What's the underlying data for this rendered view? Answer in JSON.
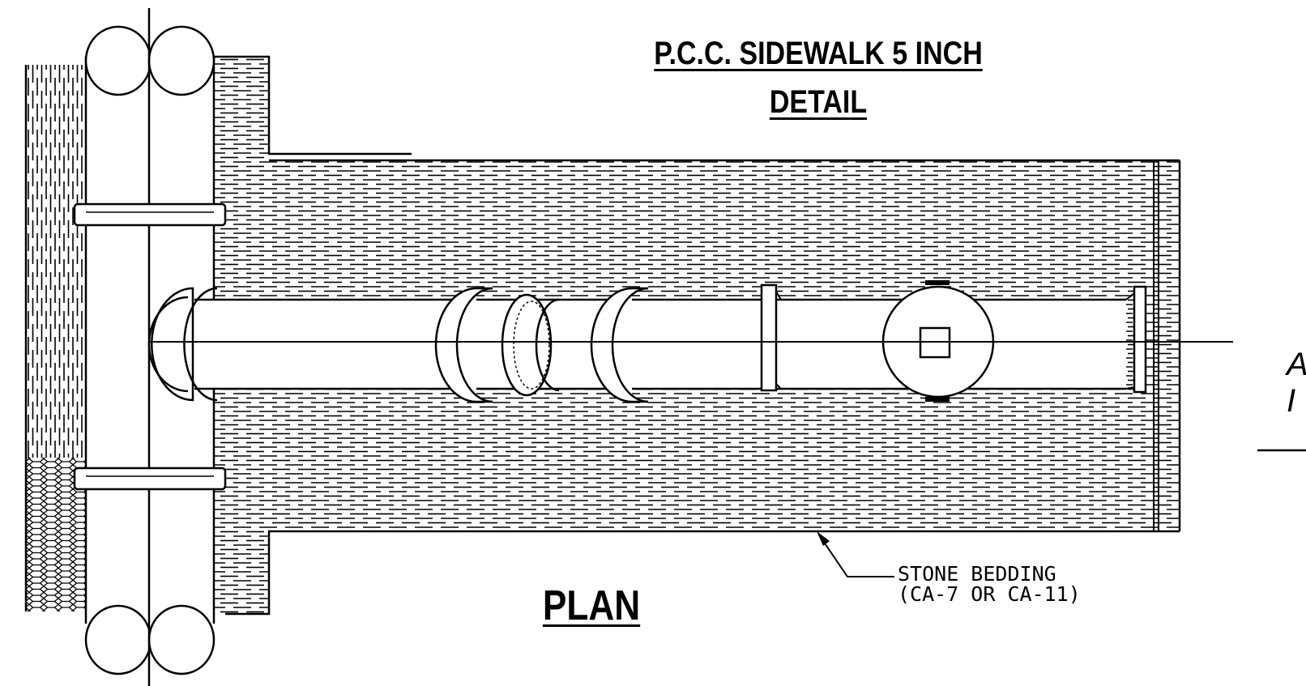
{
  "title": {
    "line1": "P.C.C. SIDEWALK  5  INCH",
    "line2": "DETAIL"
  },
  "view_label": "PLAN",
  "callout": {
    "line1": "STONE BEDDING",
    "line2": "(CA-7 OR CA-11)"
  },
  "cut_off_text": {
    "line1": "A",
    "line2": "I"
  },
  "colors": {
    "ink": "#000000",
    "paper": "#ffffff"
  }
}
